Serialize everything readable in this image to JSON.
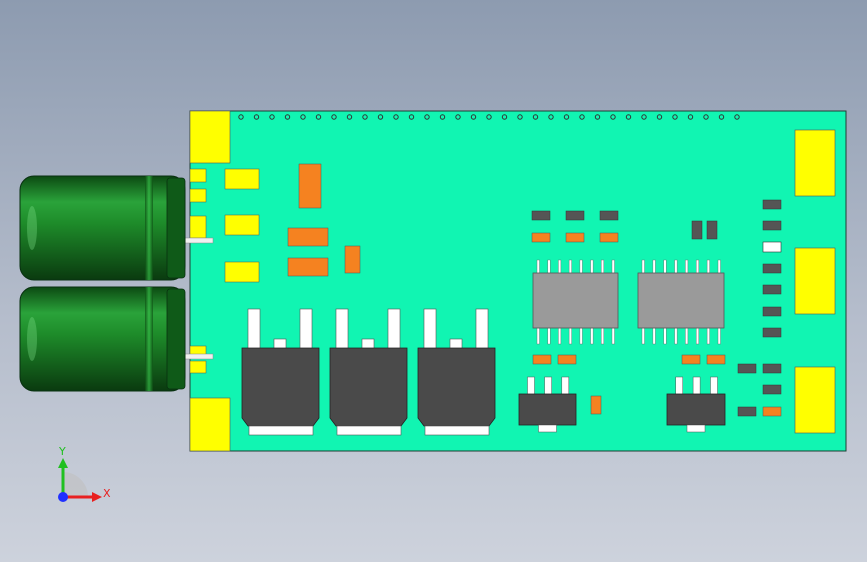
{
  "viewport": {
    "background_top": "#8d9bb0",
    "background_bottom": "#cdd2dc"
  },
  "board": {
    "color": "#11f5b2",
    "edge_color": "#1f3d34"
  },
  "colors": {
    "pad_yellow": "#ffff00",
    "smd_orange": "#f58220",
    "chip_body": "#9a9a9a",
    "dark_part": "#4a4a4a",
    "capacitor_green": "#1e8c2a",
    "white_pad": "#ffffff"
  },
  "components": {
    "capacitors": [
      "electrolytic-capacitor",
      "electrolytic-capacitor"
    ],
    "regulators_to263": 3,
    "ics_soic": 2,
    "sot223": 2
  },
  "triad": {
    "x_label": "X",
    "y_label": "Y",
    "x_color": "#e82020",
    "y_color": "#20c020",
    "origin_color": "#2030ff"
  }
}
